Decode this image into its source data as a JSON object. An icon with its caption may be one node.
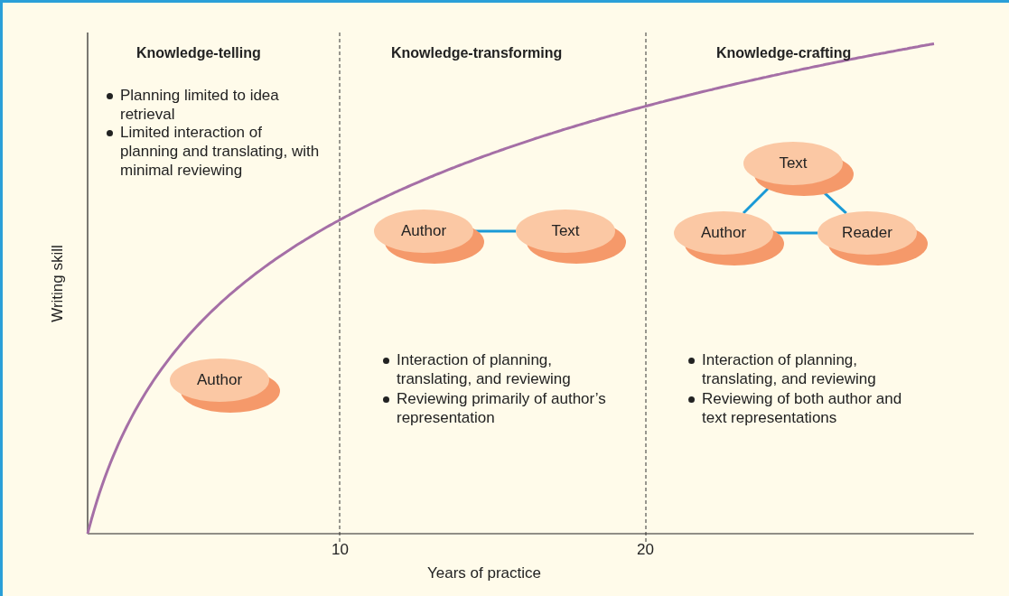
{
  "diagram": {
    "nodes": [
      {
        "text": [
          "Author"
        ]
      },
      {
        "text": [
          "Author"
        ]
      },
      {
        "text": [
          "Text"
        ]
      },
      {
        "text": [
          "Text"
        ]
      },
      {
        "text": [
          "Author"
        ]
      },
      {
        "text": [
          "Reader"
        ]
      }
    ],
    "edges": [
      {
        "from": 1,
        "to": 2,
        "arrow": "none"
      },
      {
        "from": 3,
        "to": 4,
        "arrow": "none"
      },
      {
        "from": 3,
        "to": 5,
        "arrow": "none"
      },
      {
        "from": 4,
        "to": 5,
        "arrow": "none"
      }
    ],
    "labels": [
      "Knowledge-telling",
      "Knowledge-transforming",
      "Knowledge-crafting",
      "Planning limited to idea retrieval",
      "Limited interaction of planning and translating, with minimal reviewing",
      "Interaction of planning, translating, and reviewing",
      "Reviewing primarily of author’s representation",
      "Interaction of planning, translating, and reviewing",
      "Reviewing of both author and text representations",
      "Writing skill",
      "10",
      "20",
      "Years of practice"
    ]
  }
}
